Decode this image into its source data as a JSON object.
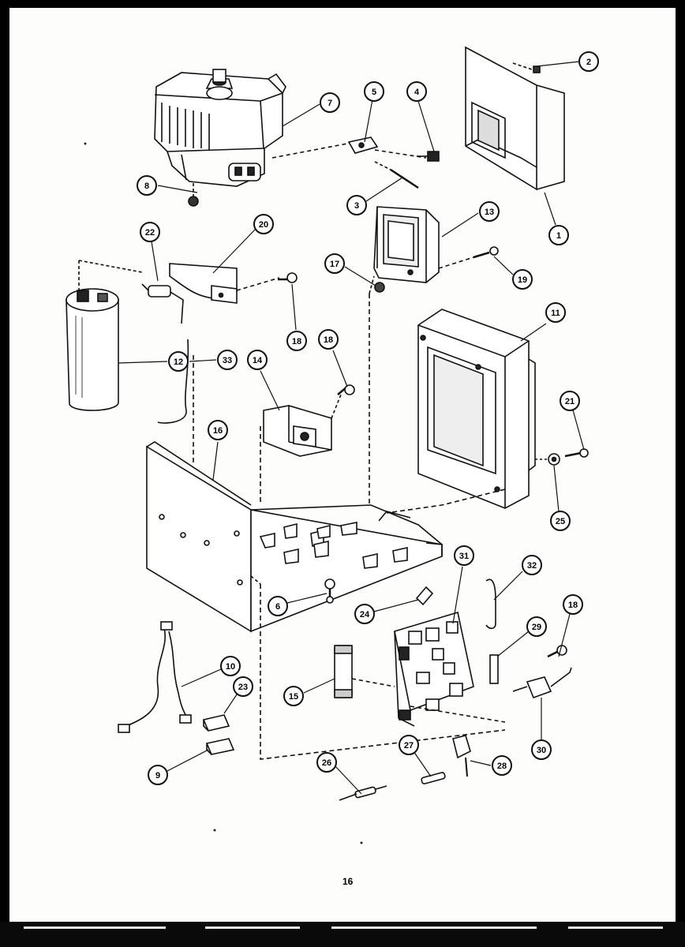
{
  "page": {
    "number": "16"
  },
  "parts": {
    "magnetron": "7",
    "nut_magnetron": "8",
    "thermal_cutout": "5",
    "screw_4": "4",
    "pin": "3",
    "screw_2": "2",
    "bracket": "1",
    "transformer_small": "13",
    "screw_19": "19",
    "nut_17": "17",
    "diode": "22",
    "capacitor_bracket": "20",
    "screw_18a": "18",
    "capacitor": "12",
    "wire_33": "33",
    "relay": "14",
    "screw_18b": "18",
    "transformer_large": "11",
    "screw_21": "21",
    "washer": "25",
    "chassis": "16",
    "screw_6": "6",
    "circuit_board": "31",
    "clip_24": "24",
    "resistor_32": "32",
    "fuse": "15",
    "resistor_29": "29",
    "screw_18c": "18",
    "connector_30": "30",
    "harness": "10",
    "plug_23": "23",
    "plug_9": "9",
    "resistor_26": "26",
    "resistor_27": "27",
    "component_28": "28"
  }
}
